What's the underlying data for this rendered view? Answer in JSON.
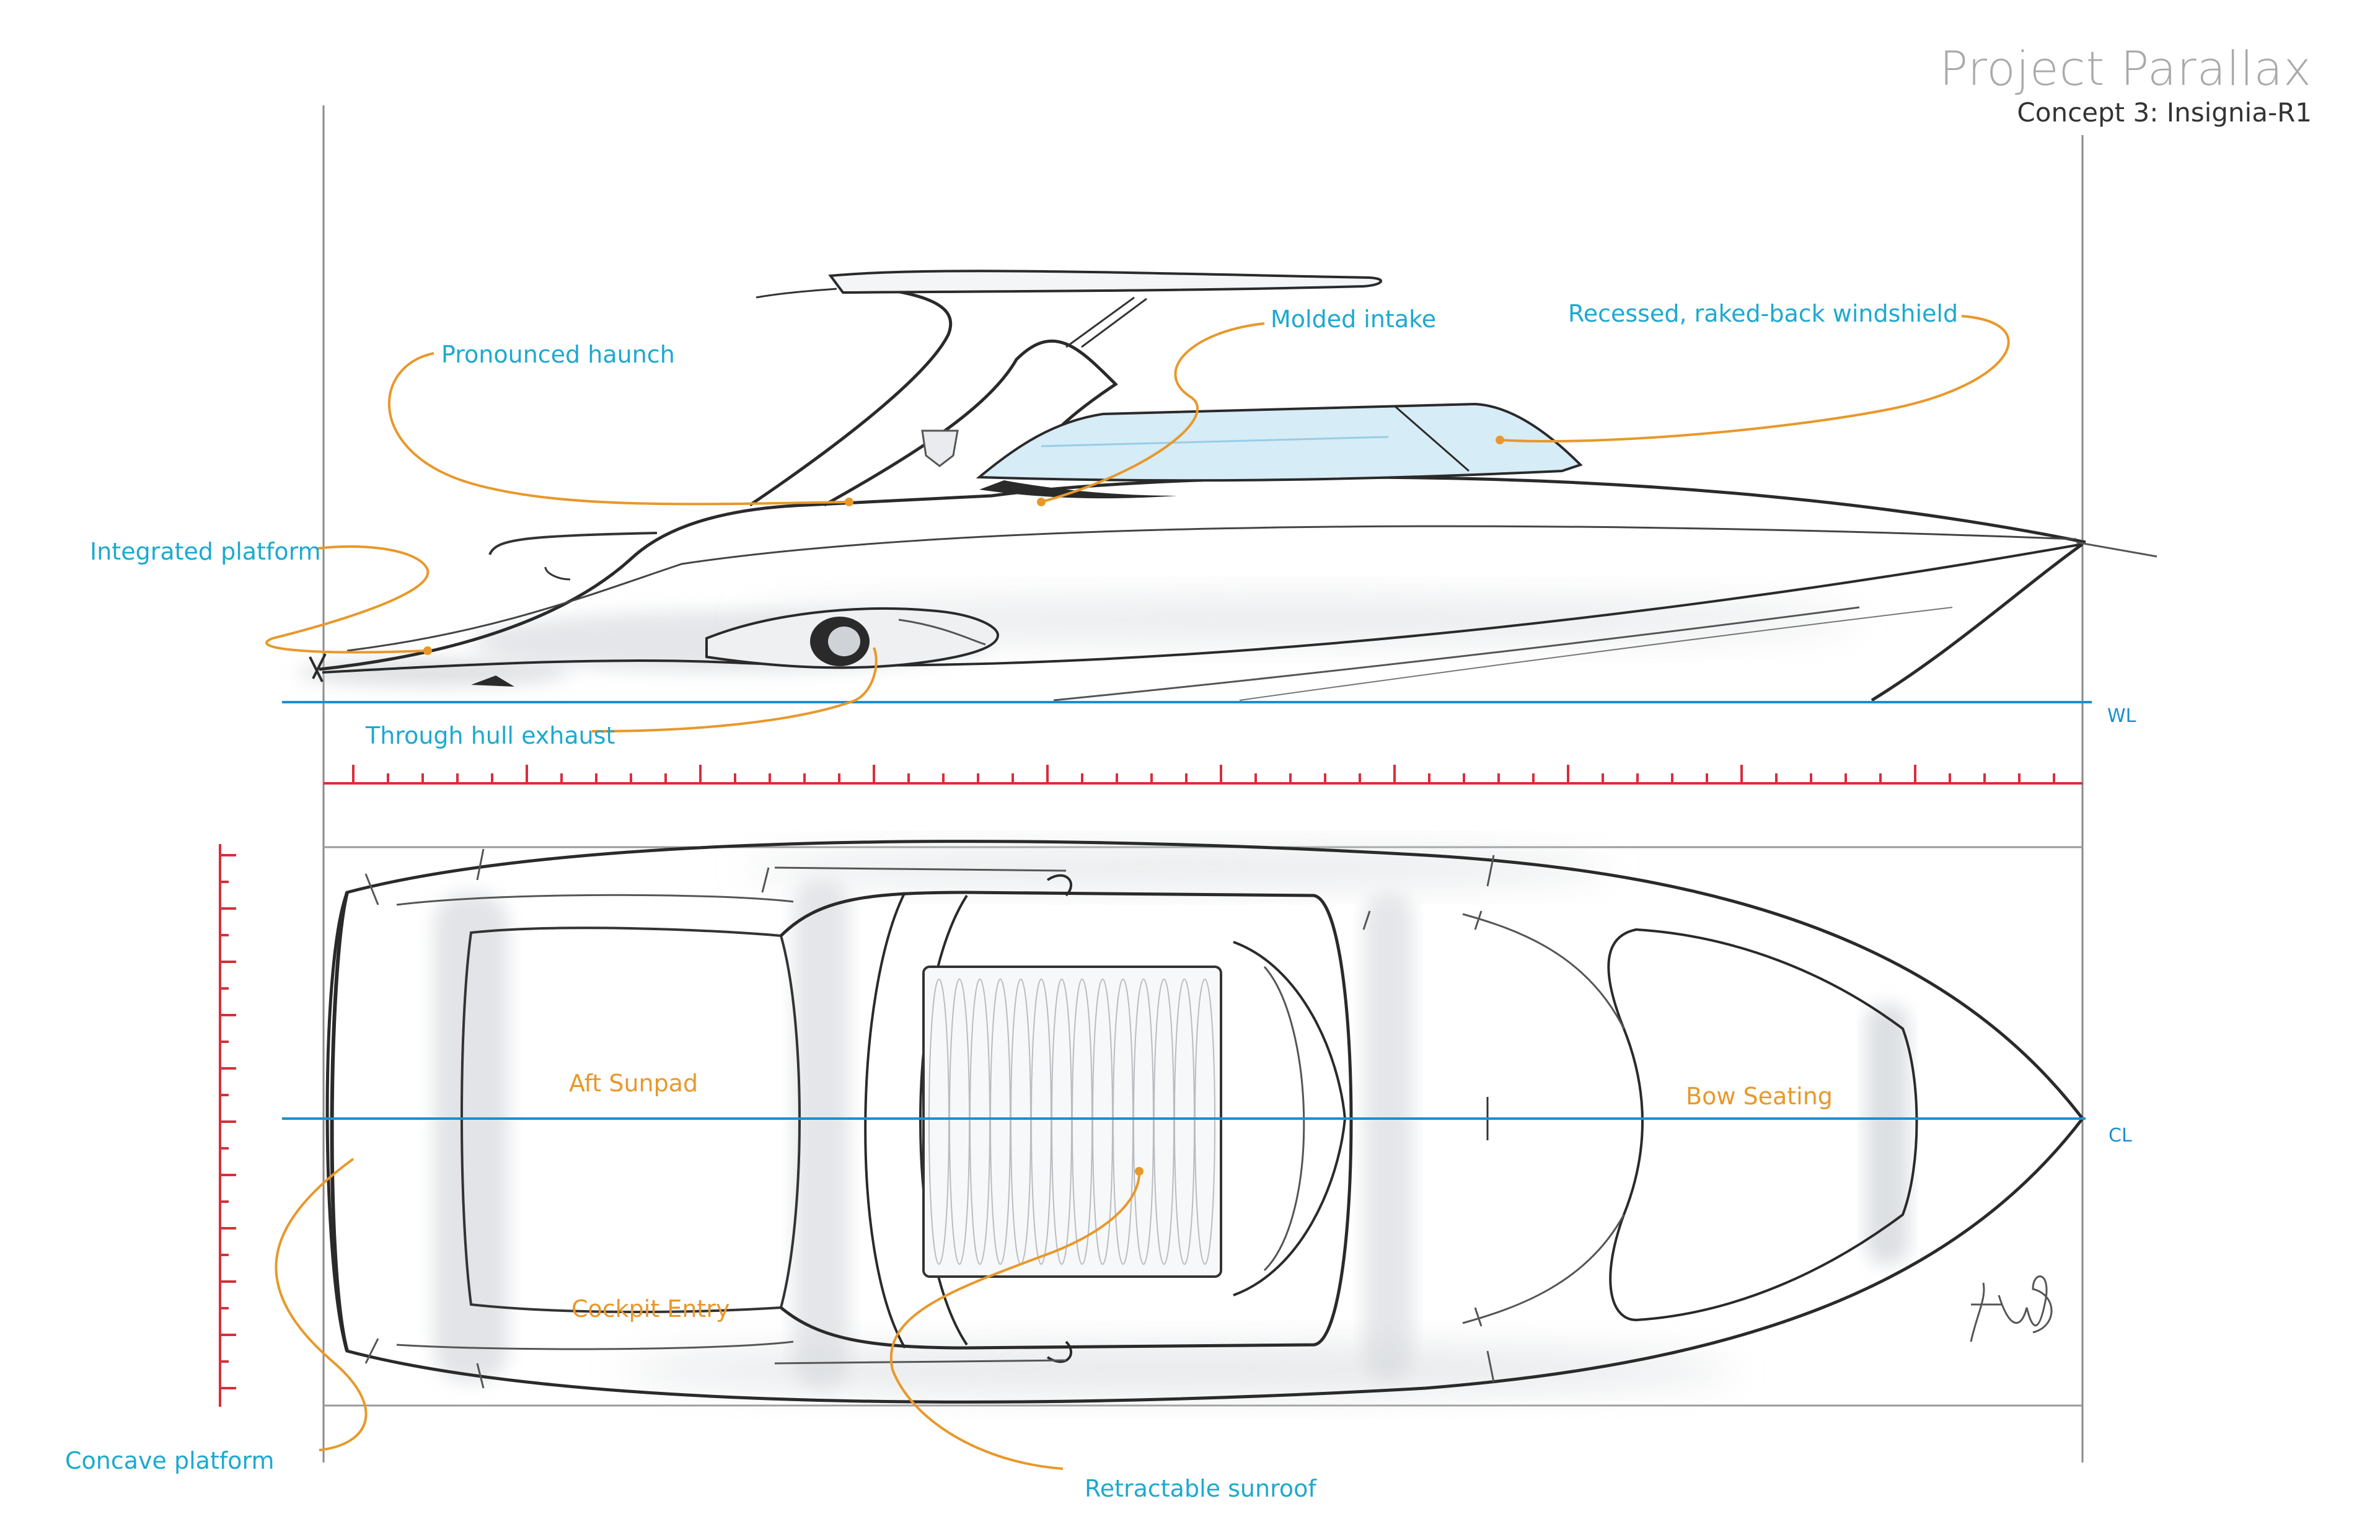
{
  "title": {
    "main": "Project Parallax",
    "sub": "Concept 3: Insignia-R1"
  },
  "reference_lines": {
    "waterline": "WL",
    "centerline": "CL"
  },
  "callouts_side": {
    "pronounced_haunch": "Pronounced haunch",
    "molded_intake": "Molded intake",
    "windshield": "Recessed, raked-back windshield",
    "integrated_platform": "Integrated platform",
    "through_hull_exhaust": "Through hull exhaust"
  },
  "callouts_plan": {
    "aft_sunpad": "Aft Sunpad",
    "bow_seating": "Bow Seating",
    "cockpit_entry": "Cockpit Entry",
    "concave_platform": "Concave platform",
    "retractable_sunroof": "Retractable sunroof"
  },
  "colors": {
    "callout_text": "#1ca9d0",
    "leader_lines": "#e8982a",
    "reference_line": "#1c8fd0",
    "scale_ruler": "#d62f3a",
    "sketch_ink": "#2a2a2a",
    "glass": "#cfe9f5"
  }
}
